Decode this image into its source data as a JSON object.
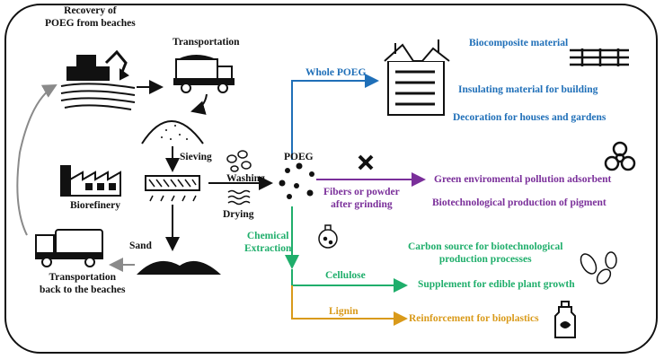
{
  "labels": {
    "recovery": "Recovery of\nPOEG from beaches",
    "transportation": "Transportation",
    "sieving": "Sieving",
    "washing": "Washing",
    "drying": "Drying",
    "poeg": "POEG",
    "biorefinery": "Biorefinery",
    "sand": "Sand",
    "transport_back": "Transportation\nback to the beaches",
    "whole_poeg": "Whole POEG",
    "fibers": "Fibers or powder\nafter grinding",
    "chemical_extraction": "Chemical\nExtraction",
    "cellulose": "Cellulose",
    "lignin": "Lignin"
  },
  "outputs": {
    "blue": [
      "Biocomposite material",
      "Insulating material for building",
      "Decoration for houses and gardens"
    ],
    "purple": [
      "Green enviromental pollution adsorbent",
      "Biotechnological production of pigment"
    ],
    "green": [
      "Carbon source for biotechnological\nproduction processes",
      "Supplement for edible plant growth"
    ],
    "orange": [
      "Reinforcement for bioplastics"
    ]
  },
  "colors": {
    "blue": "#1f6fb8",
    "purple": "#7a2f9a",
    "green": "#1fae6b",
    "orange": "#d99a1a",
    "gray": "#8a8a8a",
    "black": "#111111"
  },
  "icons": [
    "excavator-icon",
    "dump-truck-icon",
    "sand-pile-icon",
    "sieve-icon",
    "shells-icon",
    "drying-icon",
    "factory-icon",
    "tanker-truck-icon",
    "building-icon",
    "fence-icon",
    "biohazard-icon",
    "flask-icon",
    "bacteria-icon",
    "bottle-icon",
    "cross-icon"
  ]
}
